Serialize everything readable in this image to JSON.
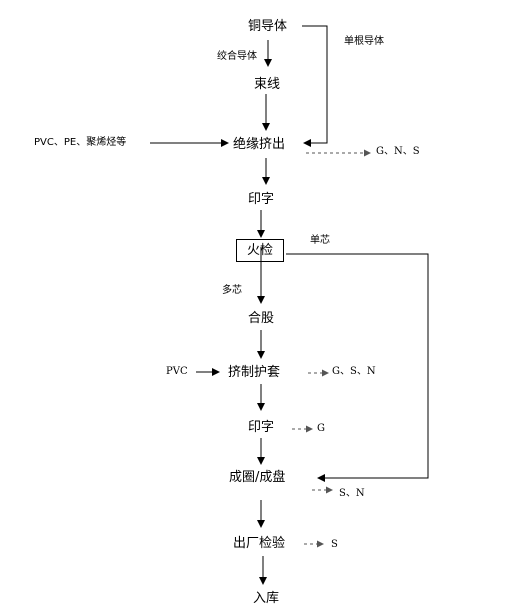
{
  "nodes": {
    "copper": "铜导体",
    "bunch": "束线",
    "insulation": "绝缘挤出",
    "print1": "印字",
    "spark": "火检",
    "cabling": "合股",
    "sheath": "挤制护套",
    "print2": "印字",
    "coil": "成圈/成盘",
    "final_test": "出厂检验",
    "store": "入库"
  },
  "labels": {
    "stranded": "绞合导体",
    "single_conductor": "单根导体",
    "single_core": "单芯",
    "multi_core": "多芯",
    "pvc_pe": "PVC、PE、聚烯烃等",
    "pvc": "PVC"
  },
  "inspections": {
    "insulation": "G、N、S",
    "sheath": "G、S、N",
    "print2": "G",
    "coil": "S、N",
    "final_test": "S"
  },
  "colors": {
    "line": "#000000",
    "dashed": "#555555"
  }
}
